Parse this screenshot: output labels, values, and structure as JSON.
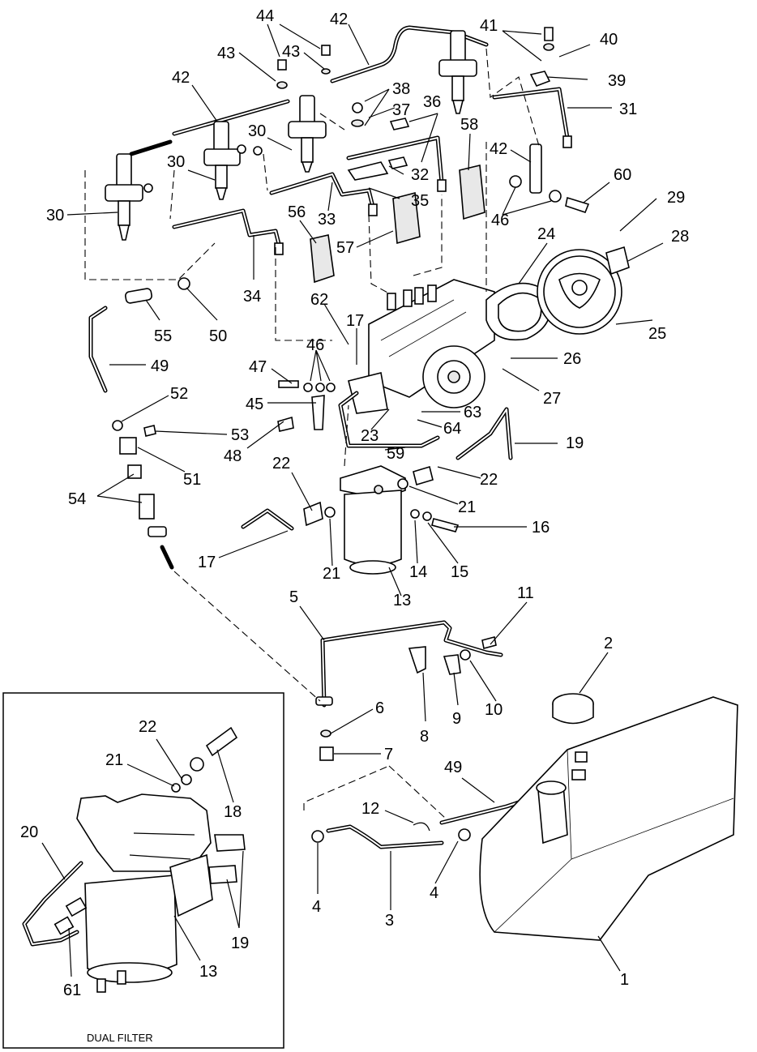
{
  "inset": {
    "caption": "DUAL FILTER"
  },
  "callouts": {
    "c44": "44",
    "c42a": "42",
    "c41": "41",
    "c40": "40",
    "c43a": "43",
    "c43b": "43",
    "c39": "39",
    "c42b": "42",
    "c38": "38",
    "c37": "37",
    "c36": "36",
    "c31": "31",
    "c30a": "30",
    "c30b": "30",
    "c58": "58",
    "c42c": "42",
    "c32": "32",
    "c60": "60",
    "c30c": "30",
    "c35": "35",
    "c29": "29",
    "c46a": "46",
    "c56": "56",
    "c33": "33",
    "c24": "24",
    "c28": "28",
    "c57": "57",
    "c34": "34",
    "c62": "62",
    "c55": "55",
    "c50": "50",
    "c25": "25",
    "c17a": "17",
    "c46b": "46",
    "c49a": "49",
    "c47": "47",
    "c26": "26",
    "c27": "27",
    "c52": "52",
    "c45": "45",
    "c63": "63",
    "c53": "53",
    "c64": "64",
    "c48": "48",
    "c23": "23",
    "c19a": "19",
    "c59": "59",
    "c51": "51",
    "c22a": "22",
    "c22b": "22",
    "c54": "54",
    "c21a": "21",
    "c16": "16",
    "c17b": "17",
    "c21b": "21",
    "c14": "14",
    "c15": "15",
    "c13a": "13",
    "c5": "5",
    "c11": "11",
    "c2": "2",
    "c6": "6",
    "c8": "8",
    "c9": "9",
    "c10": "10",
    "c7": "7",
    "c22c": "22",
    "c21c": "21",
    "c18": "18",
    "c49b": "49",
    "c20": "20",
    "c12": "12",
    "c4a": "4",
    "c3": "3",
    "c4b": "4",
    "c19b": "19",
    "c1": "1",
    "c13b": "13",
    "c61": "61"
  }
}
